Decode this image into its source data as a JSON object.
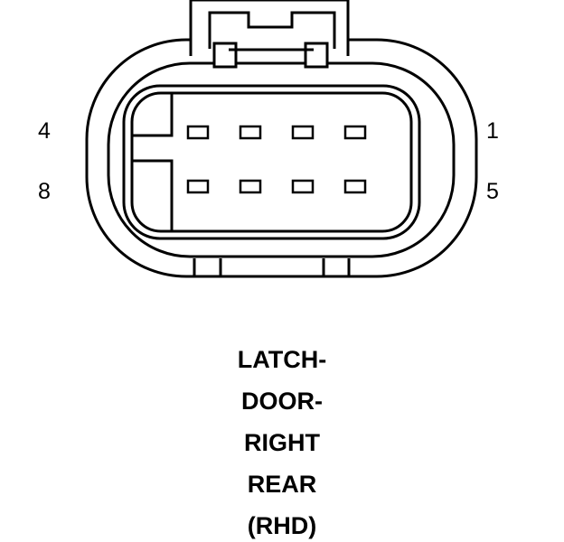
{
  "connector": {
    "pin_labels": {
      "top_left": "4",
      "bottom_left": "8",
      "top_right": "1",
      "bottom_right": "5"
    },
    "rows": 2,
    "pins_per_row": 4
  },
  "caption": {
    "lines": [
      "LATCH-",
      "DOOR-",
      "RIGHT",
      "REAR",
      "(RHD)"
    ]
  },
  "colors": {
    "stroke": "#000000",
    "background": "#ffffff"
  }
}
